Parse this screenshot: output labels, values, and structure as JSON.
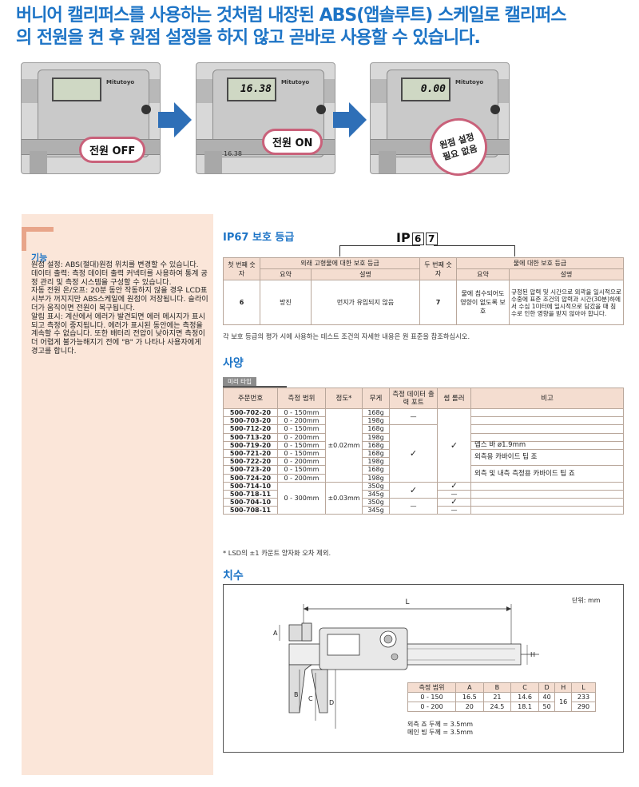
{
  "headline": {
    "line1": "버니어 캘리퍼스를 사용하는 것처럼 내장된 ABS(앱솔루트) 스케일로 캘리퍼스",
    "line2": "의 전원을 켠 후 원점 설정을 하지 않고 곧바로 사용할 수 있습니다."
  },
  "photos": [
    {
      "display": "",
      "pill": "전원 OFF",
      "brand": "Mitutoyo"
    },
    {
      "display": "16.38",
      "pill": "전원 ON",
      "brand": "Mitutoyo",
      "dim_note": "16.38"
    },
    {
      "display": "0.00",
      "badge": "원점 설정\n필요 없음",
      "brand": "Mitutoyo"
    }
  ],
  "features": {
    "title": "기능",
    "items": [
      {
        "label": "원점 설정:",
        "text": "ABS(절대)원점 위치를 변경할 수 있습니다."
      },
      {
        "label": "데이터 출력:",
        "text": "측정 데이터 출력 커넥터를 사용하여 통계 공정 관리 및 측정 시스템을 구성할 수 있습니다."
      },
      {
        "label": "자동 전원 온/오프:",
        "text": "20분 동안 작동하지 않을 경우 LCD표시부가 꺼지지만 ABS스케일에 원점이 저장됩니다. 슬라이더가 움직이면 전원이 복구됩니다."
      },
      {
        "label": "알림 표시:",
        "text": "계산에서 에러가 발견되면 에러 메시지가 표시되고 측정이 중지됩니다. 에러가 표시된 동안에는 측정을 계속할 수 없습니다. 또한 배터리 전압이 낮아지면 측정이 더 어렵게 불가능해지기 전에 \"B\" 가 나타나 사용자에게 경고를 합니다."
      }
    ]
  },
  "ip": {
    "title": "IP67 보호 등급",
    "code_prefix": "IP",
    "digit1": "6",
    "digit2": "7",
    "headers": {
      "first_digit": "첫 번째 숫자",
      "solid_title": "외래 고형물에 대한 보호 등급",
      "summary": "요약",
      "description": "설명",
      "second_digit": "두 번째 숫자",
      "water_title": "물에 대한 보호 등급"
    },
    "row": {
      "d1": "6",
      "s1": "방진",
      "e1": "먼지가 유입되지 않음",
      "d2": "7",
      "s2": "물에 침수되어도 영향이 없도록 보호",
      "e2": "규정된 압력 및 시간으로 외곽을 일시적으로 수중에 표준 조건의 압력과 시간(30분)하에서 수심 1미터에 일시적으로 담갔을 때 침수로 인한 영향을 받지 않아야 합니다."
    },
    "note": "각 보호 등급의 평가 시에 사용하는 테스트 조건의 자세한 내용은 원 표준을 참조하십시오."
  },
  "spec": {
    "title": "사양",
    "tag": "미리 타입",
    "headers": [
      "주문번호",
      "측정 범위",
      "정도*",
      "무게",
      "측정 데이터 출력 포트",
      "썸 롤러",
      "비고"
    ],
    "rows": [
      {
        "code": "500-702-20",
        "range": "0 - 150mm",
        "weight": "168g"
      },
      {
        "code": "500-703-20",
        "range": "0 - 200mm",
        "weight": "198g"
      },
      {
        "code": "500-712-20",
        "range": "0 - 150mm",
        "weight": "168g"
      },
      {
        "code": "500-713-20",
        "range": "0 - 200mm",
        "weight": "198g"
      },
      {
        "code": "500-719-20",
        "range": "0 - 150mm",
        "weight": "168g"
      },
      {
        "code": "500-721-20",
        "range": "0 - 150mm",
        "weight": "168g"
      },
      {
        "code": "500-722-20",
        "range": "0 - 200mm",
        "weight": "198g"
      },
      {
        "code": "500-723-20",
        "range": "0 - 150mm",
        "weight": "168g"
      },
      {
        "code": "500-724-20",
        "range": "0 - 200mm",
        "weight": "198g"
      },
      {
        "code": "500-714-10",
        "weight": "350g",
        "roller": "✓"
      },
      {
        "code": "500-718-11",
        "weight": "345g",
        "roller": "—"
      },
      {
        "code": "500-704-10",
        "weight": "350g",
        "roller": "✓"
      },
      {
        "code": "500-708-11",
        "weight": "345g",
        "roller": "—"
      }
    ],
    "accuracy_a": "±0.02mm",
    "accuracy_b": "±0.03mm",
    "range_b": "0 - 300mm",
    "port_none": "—",
    "port_yes": "✓",
    "port_yes_b": "✓",
    "port_none_b": "—",
    "roller_a": "✓",
    "remark_depth": "뎁스 바 ø1.9mm",
    "remark_carbide_outer": "외측용 카바이드 팁 죠",
    "remark_carbide_both": "외측 및 내측 측정용 카바이드 팁 죠",
    "footnote": "* LSD의 ±1 카운트 양자화 오차 제외."
  },
  "dims": {
    "title": "치수",
    "unit": "단위: mm",
    "label_L": "L",
    "label_A": "A",
    "label_B": "B",
    "label_C": "C",
    "label_D": "D",
    "label_H": "H",
    "headers": [
      "측정 범위",
      "A",
      "B",
      "C",
      "D",
      "H",
      "L"
    ],
    "rows": [
      [
        "0 - 150",
        "16.5",
        "21",
        "14.6",
        "40",
        "233"
      ],
      [
        "0 - 200",
        "20",
        "24.5",
        "18.1",
        "50",
        "290"
      ]
    ],
    "h_value": "16",
    "note1": "외측 죠 두께 = 3.5mm",
    "note2": "메인 빔 두께 = 3.5mm"
  }
}
